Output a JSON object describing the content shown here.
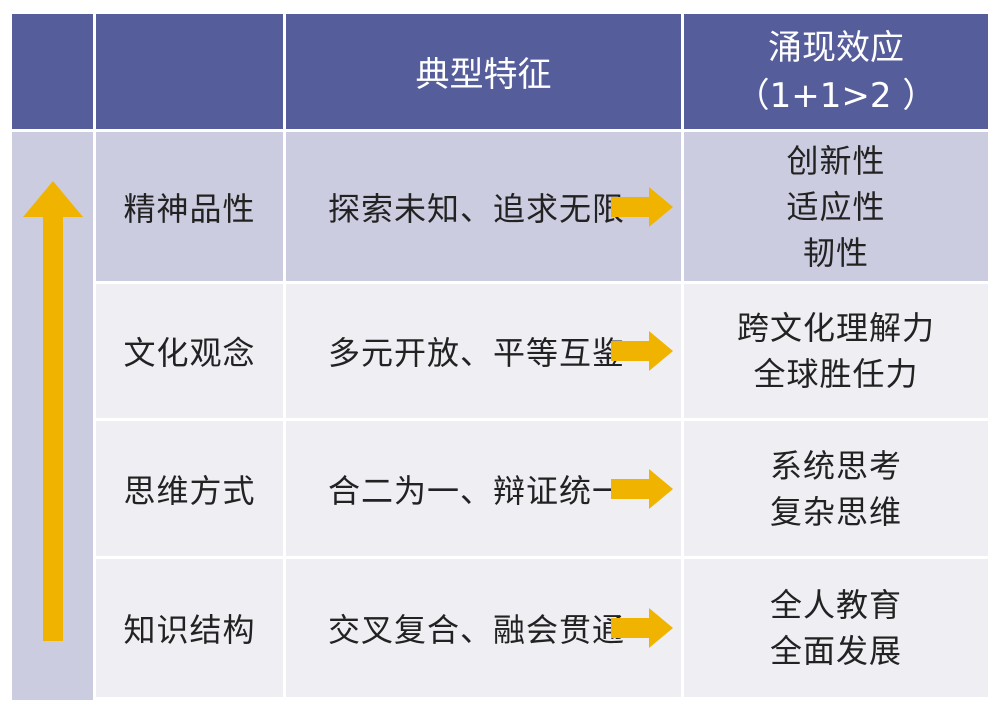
{
  "header": {
    "corner": "",
    "blank": "",
    "features_title": "典型特征",
    "effects_title_line1": "涌现效应",
    "effects_title_line2": "（1+1>2 ）"
  },
  "rows": [
    {
      "category": "精神品性",
      "feature": "探索未知、追求无限",
      "effects": [
        "创新性",
        "适应性",
        "韧性"
      ]
    },
    {
      "category": "文化观念",
      "feature": "多元开放、平等互鉴",
      "effects": [
        "跨文化理解力",
        "全球胜任力"
      ]
    },
    {
      "category": "思维方式",
      "feature": "合二为一、辩证统一",
      "effects": [
        "系统思考",
        "复杂思维"
      ]
    },
    {
      "category": "知识结构",
      "feature": "交叉复合、融会贯通",
      "effects": [
        "全人教育",
        "全面发展"
      ]
    }
  ],
  "colors": {
    "header_bg": "#565d9b",
    "first_row_bg": "#cccce0",
    "row_bg": "#eeeef3",
    "arrow": "#f0b400"
  },
  "icons": {
    "side_arrow": "up-arrow-icon",
    "row_arrow": "right-arrow-icon"
  }
}
